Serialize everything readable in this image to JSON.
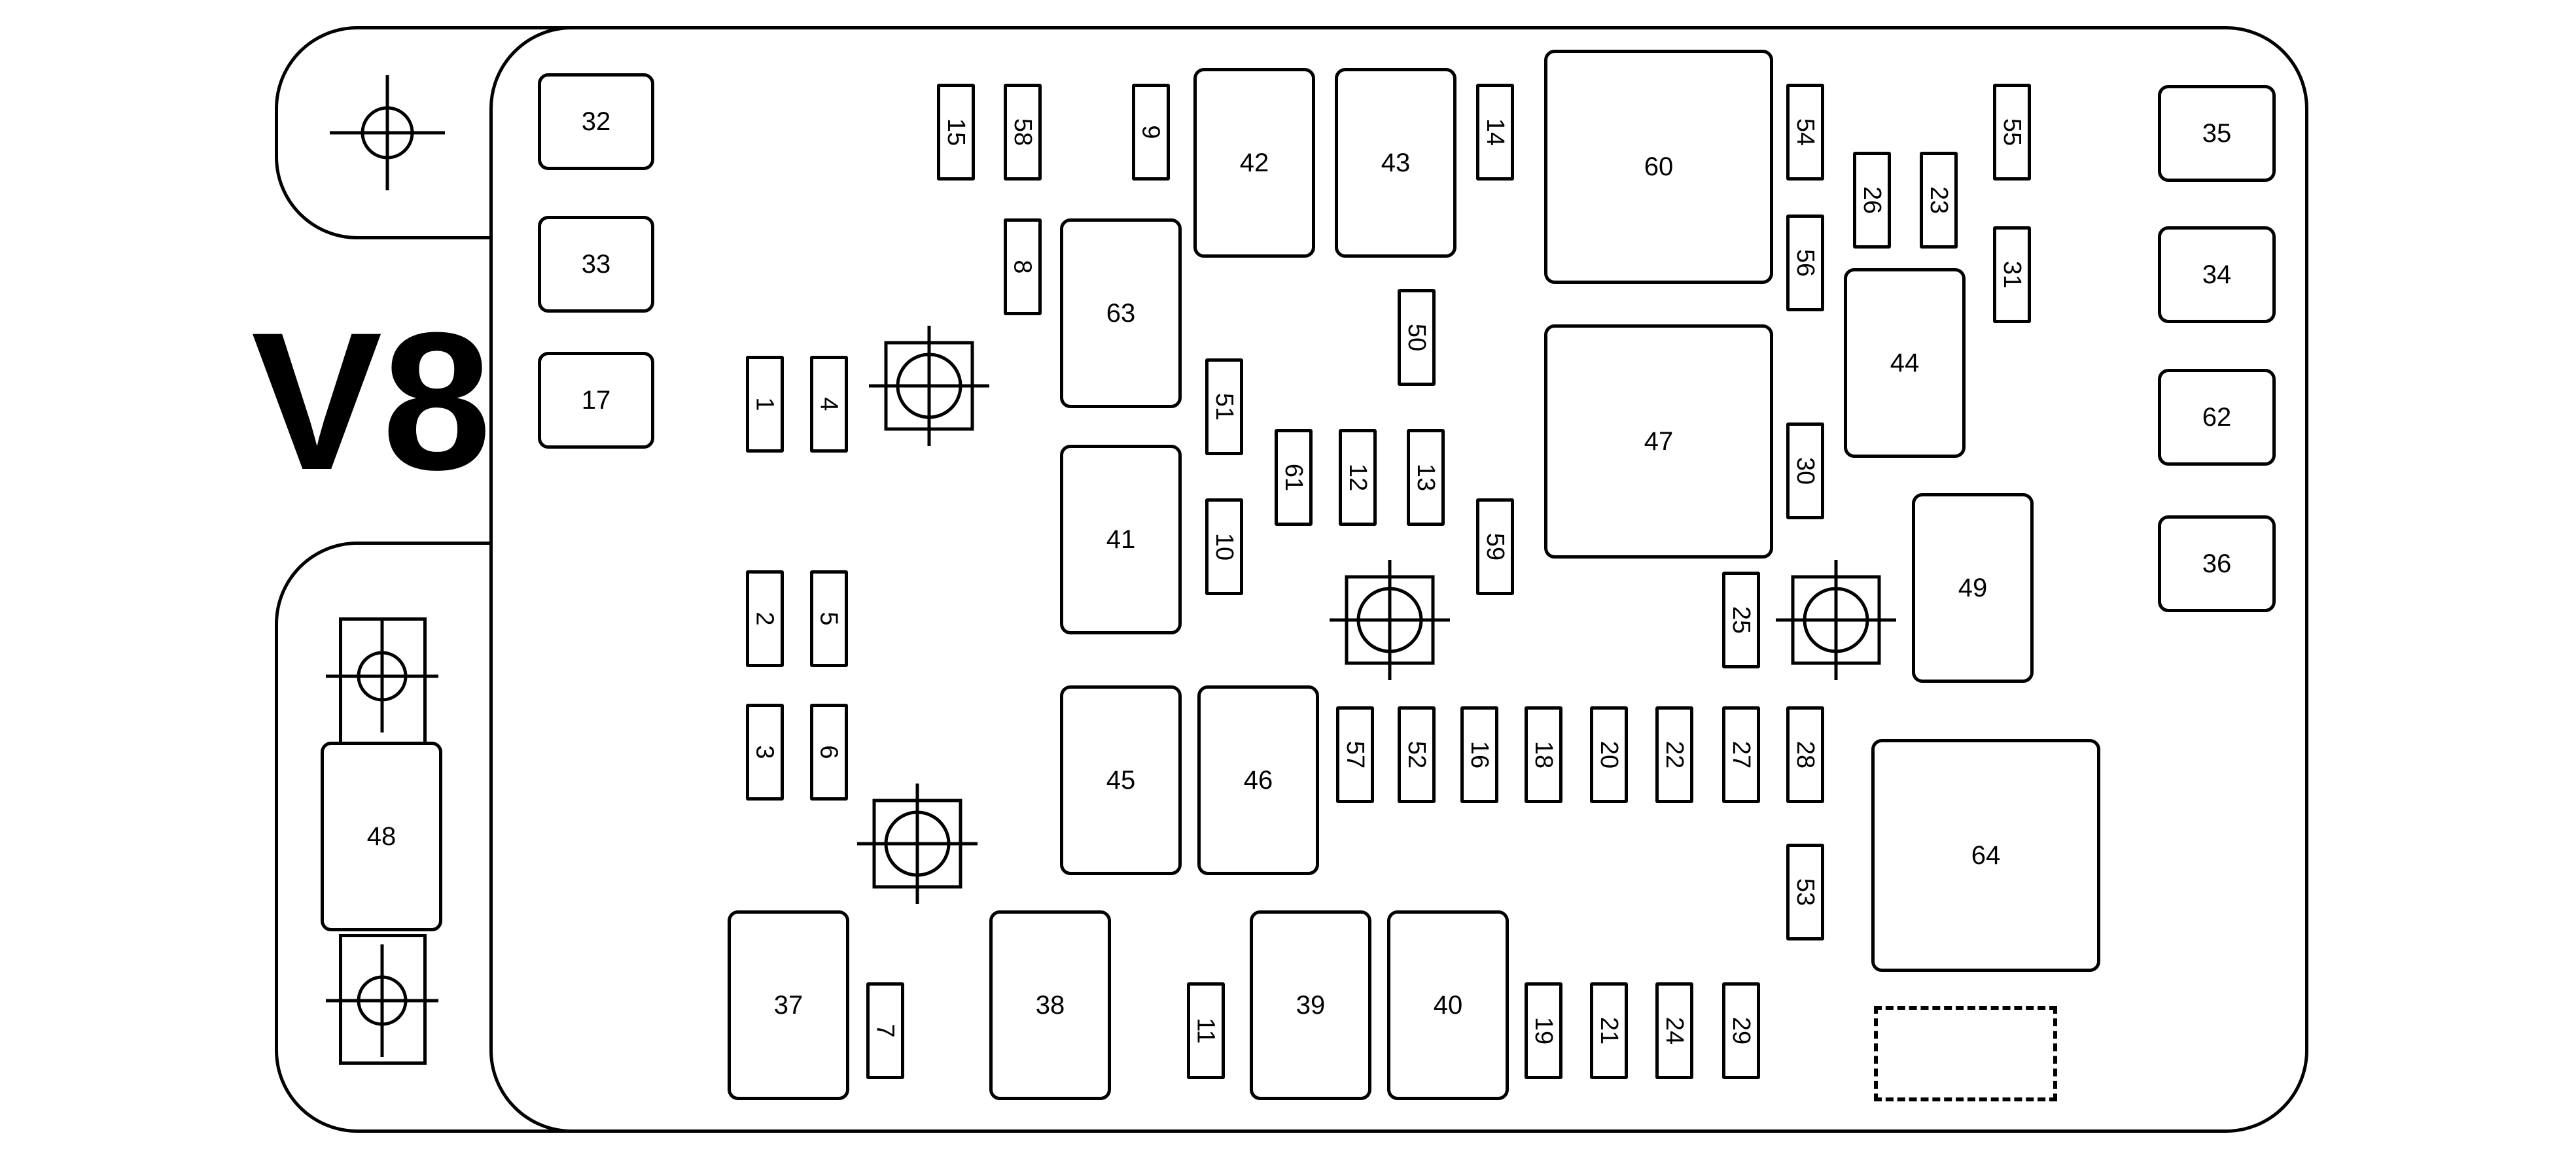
{
  "title": "V8",
  "components": [
    {
      "id": "32",
      "kind": "relay"
    },
    {
      "id": "33",
      "kind": "relay"
    },
    {
      "id": "17",
      "kind": "relay"
    },
    {
      "id": "35",
      "kind": "relay"
    },
    {
      "id": "34",
      "kind": "relay"
    },
    {
      "id": "62",
      "kind": "relay"
    },
    {
      "id": "36",
      "kind": "relay"
    },
    {
      "id": "42",
      "kind": "relay"
    },
    {
      "id": "43",
      "kind": "relay"
    },
    {
      "id": "60",
      "kind": "relay"
    },
    {
      "id": "63",
      "kind": "relay"
    },
    {
      "id": "44",
      "kind": "relay"
    },
    {
      "id": "47",
      "kind": "relay"
    },
    {
      "id": "41",
      "kind": "relay"
    },
    {
      "id": "49",
      "kind": "relay"
    },
    {
      "id": "45",
      "kind": "relay"
    },
    {
      "id": "46",
      "kind": "relay"
    },
    {
      "id": "64",
      "kind": "relay"
    },
    {
      "id": "48",
      "kind": "relay"
    },
    {
      "id": "37",
      "kind": "relay"
    },
    {
      "id": "38",
      "kind": "relay"
    },
    {
      "id": "39",
      "kind": "relay"
    },
    {
      "id": "40",
      "kind": "relay"
    },
    {
      "id": "15",
      "kind": "fuse"
    },
    {
      "id": "58",
      "kind": "fuse"
    },
    {
      "id": "9",
      "kind": "fuse"
    },
    {
      "id": "14",
      "kind": "fuse"
    },
    {
      "id": "54",
      "kind": "fuse"
    },
    {
      "id": "55",
      "kind": "fuse"
    },
    {
      "id": "26",
      "kind": "fuse"
    },
    {
      "id": "23",
      "kind": "fuse"
    },
    {
      "id": "8",
      "kind": "fuse"
    },
    {
      "id": "56",
      "kind": "fuse"
    },
    {
      "id": "31",
      "kind": "fuse"
    },
    {
      "id": "50",
      "kind": "fuse"
    },
    {
      "id": "1",
      "kind": "fuse"
    },
    {
      "id": "4",
      "kind": "fuse"
    },
    {
      "id": "51",
      "kind": "fuse"
    },
    {
      "id": "61",
      "kind": "fuse"
    },
    {
      "id": "12",
      "kind": "fuse"
    },
    {
      "id": "13",
      "kind": "fuse"
    },
    {
      "id": "30",
      "kind": "fuse"
    },
    {
      "id": "10",
      "kind": "fuse"
    },
    {
      "id": "59",
      "kind": "fuse"
    },
    {
      "id": "2",
      "kind": "fuse"
    },
    {
      "id": "5",
      "kind": "fuse"
    },
    {
      "id": "25",
      "kind": "fuse"
    },
    {
      "id": "3",
      "kind": "fuse"
    },
    {
      "id": "6",
      "kind": "fuse"
    },
    {
      "id": "57",
      "kind": "fuse"
    },
    {
      "id": "52",
      "kind": "fuse"
    },
    {
      "id": "16",
      "kind": "fuse"
    },
    {
      "id": "18",
      "kind": "fuse"
    },
    {
      "id": "20",
      "kind": "fuse"
    },
    {
      "id": "22",
      "kind": "fuse"
    },
    {
      "id": "27",
      "kind": "fuse"
    },
    {
      "id": "28",
      "kind": "fuse"
    },
    {
      "id": "53",
      "kind": "fuse"
    },
    {
      "id": "7",
      "kind": "fuse"
    },
    {
      "id": "11",
      "kind": "fuse"
    },
    {
      "id": "19",
      "kind": "fuse"
    },
    {
      "id": "21",
      "kind": "fuse"
    },
    {
      "id": "24",
      "kind": "fuse"
    },
    {
      "id": "29",
      "kind": "fuse"
    }
  ]
}
